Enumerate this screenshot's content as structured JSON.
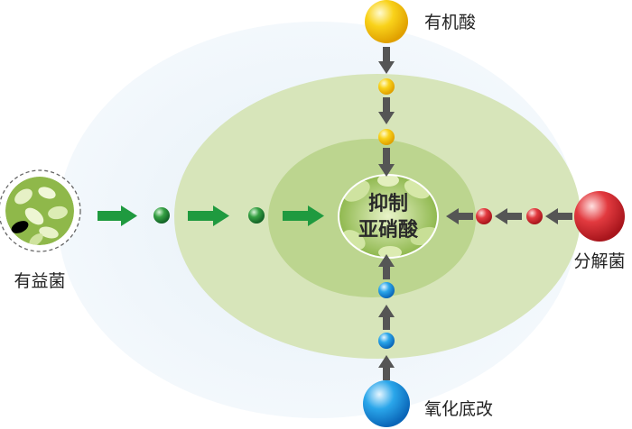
{
  "labels": {
    "top": "有机酸",
    "left": "有益菌",
    "right": "分解菌",
    "bottom": "氧化底改",
    "center_line1": "抑制",
    "center_line2": "亚硝酸"
  },
  "colors": {
    "outer_ring": "#eef5fb",
    "middle_ring": "#d8e6bd",
    "inner_ring": "#b9d38c",
    "green_arrow": "#1f9a3f",
    "gray_arrow": "#555555",
    "yellow_ball": "#f5c400",
    "red_ball": "#d7262e",
    "blue_ball": "#1e9be0",
    "green_ball": "#2e8b3a"
  }
}
